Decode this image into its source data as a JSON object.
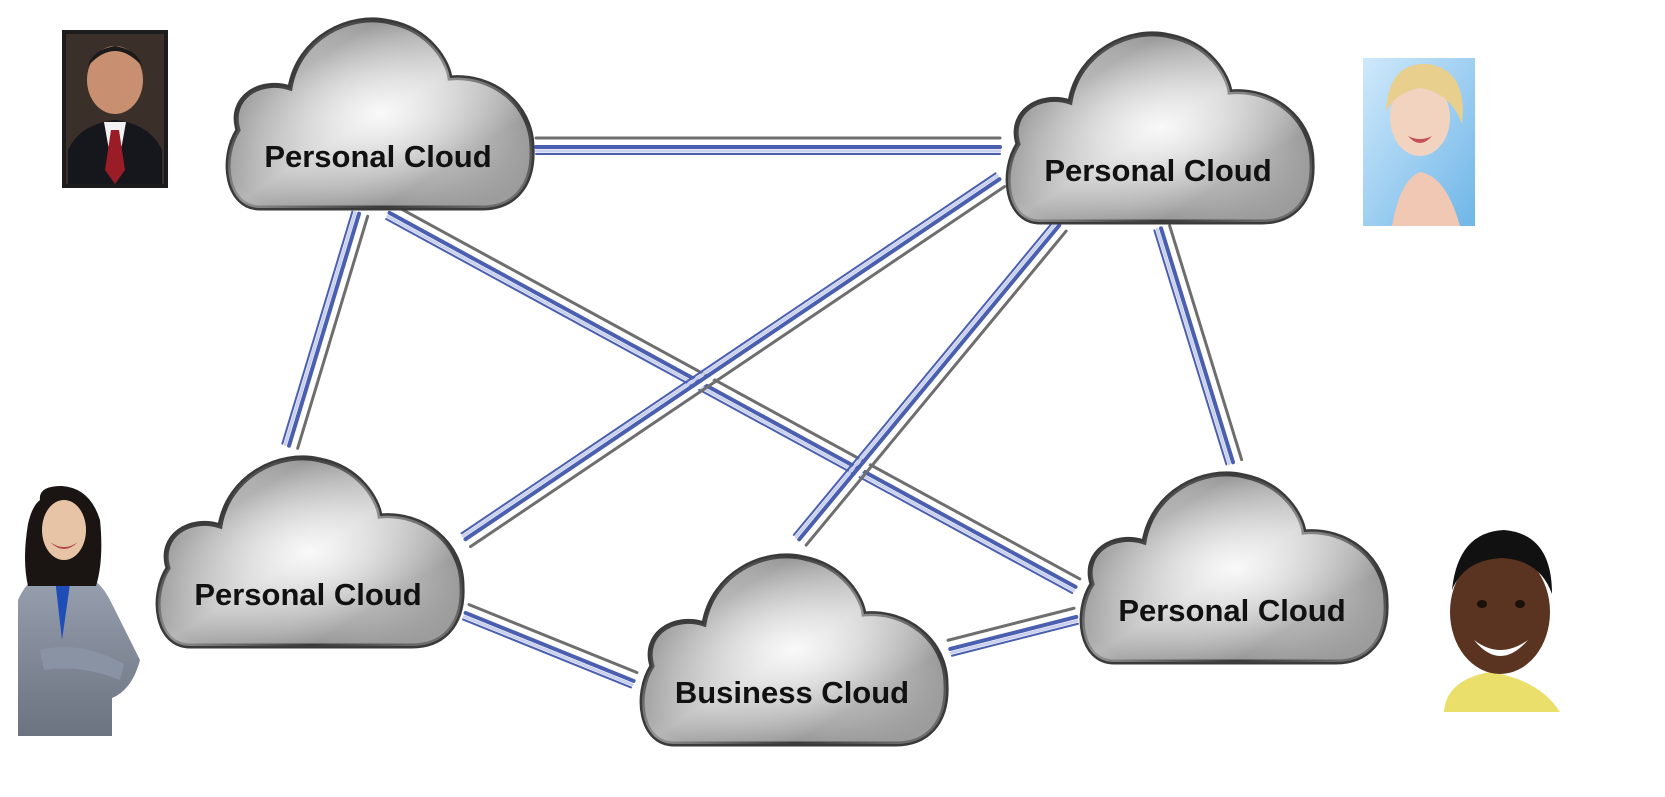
{
  "diagram": {
    "clouds": [
      {
        "id": "cloud-top-left",
        "label": "Personal Cloud"
      },
      {
        "id": "cloud-top-right",
        "label": "Personal Cloud"
      },
      {
        "id": "cloud-bottom-left",
        "label": "Personal Cloud"
      },
      {
        "id": "cloud-bottom-center",
        "label": "Business Cloud"
      },
      {
        "id": "cloud-bottom-right",
        "label": "Personal Cloud"
      }
    ],
    "connections": [
      {
        "from": "cloud-top-left",
        "to": "cloud-top-right"
      },
      {
        "from": "cloud-top-left",
        "to": "cloud-bottom-left"
      },
      {
        "from": "cloud-top-left",
        "to": "cloud-bottom-right"
      },
      {
        "from": "cloud-top-right",
        "to": "cloud-bottom-left"
      },
      {
        "from": "cloud-top-right",
        "to": "cloud-bottom-center"
      },
      {
        "from": "cloud-top-right",
        "to": "cloud-bottom-right"
      },
      {
        "from": "cloud-bottom-left",
        "to": "cloud-bottom-center"
      },
      {
        "from": "cloud-bottom-center",
        "to": "cloud-bottom-right"
      }
    ],
    "people": [
      {
        "id": "person-man-suit",
        "attached_to": "cloud-top-left",
        "icon": "man-in-suit-photo"
      },
      {
        "id": "person-blonde-woman",
        "attached_to": "cloud-top-right",
        "icon": "blonde-woman-photo"
      },
      {
        "id": "person-businesswoman",
        "attached_to": "cloud-bottom-left",
        "icon": "businesswoman-photo"
      },
      {
        "id": "person-young-man",
        "attached_to": "cloud-bottom-right",
        "icon": "young-man-photo"
      }
    ],
    "colors": {
      "pipe_blue": "#4a5fb0",
      "pipe_gray": "#6e6e6e",
      "cloud_outline": "#3a3a3a",
      "label": "#111111"
    }
  }
}
